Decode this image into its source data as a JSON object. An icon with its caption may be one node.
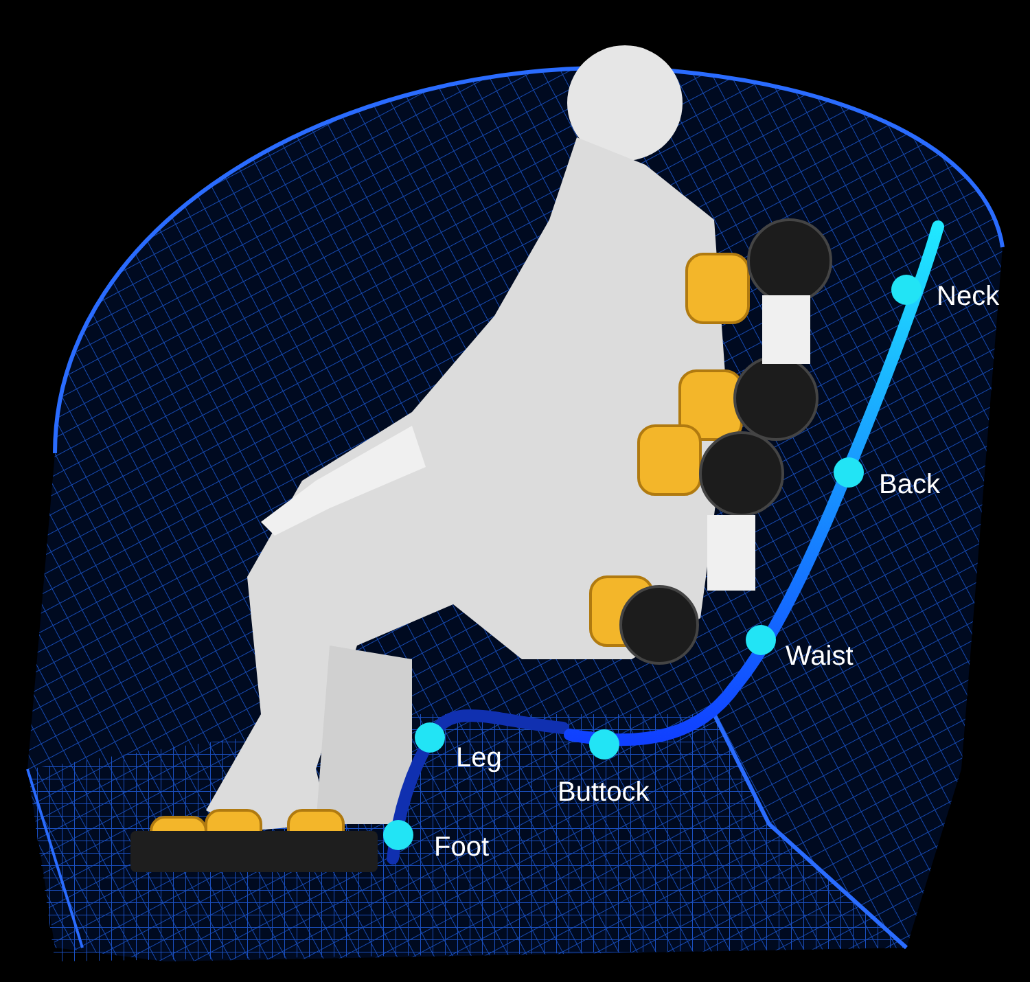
{
  "diagram": {
    "labels": [
      "Neck",
      "Back",
      "Waist",
      "Buttock",
      "Leg",
      "Foot"
    ]
  }
}
